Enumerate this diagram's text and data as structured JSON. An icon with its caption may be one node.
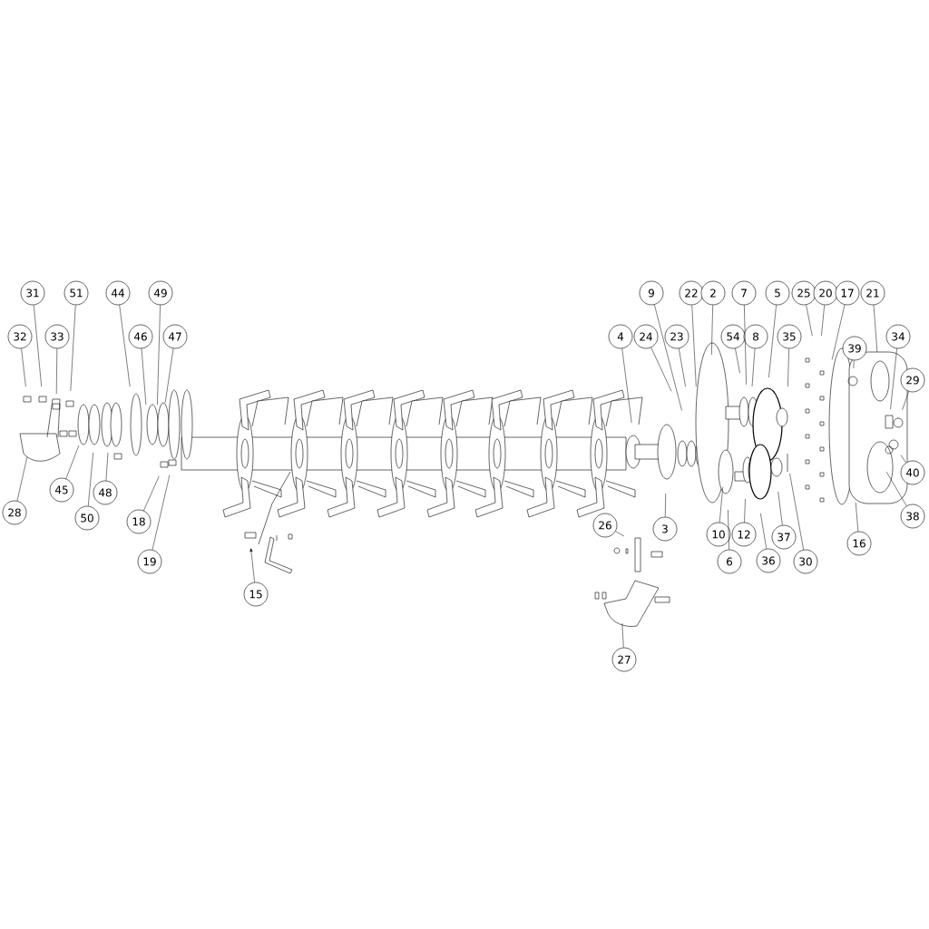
{
  "diagram": {
    "nodes": [
      {
        "text": [
          "31"
        ]
      },
      {
        "text": [
          "51"
        ]
      },
      {
        "text": [
          "44"
        ]
      },
      {
        "text": [
          "49"
        ]
      },
      {
        "text": [
          "32"
        ]
      },
      {
        "text": [
          "33"
        ]
      },
      {
        "text": [
          "46"
        ]
      },
      {
        "text": [
          "47"
        ]
      },
      {
        "text": [
          "45"
        ]
      },
      {
        "text": [
          "50"
        ]
      },
      {
        "text": [
          "48"
        ]
      },
      {
        "text": [
          "28"
        ]
      },
      {
        "text": [
          "18"
        ]
      },
      {
        "text": [
          "19"
        ]
      },
      {
        "text": [
          "15"
        ]
      },
      {
        "text": [
          "4"
        ]
      },
      {
        "text": [
          "24"
        ]
      },
      {
        "text": [
          "9"
        ]
      },
      {
        "text": [
          "23"
        ]
      },
      {
        "text": [
          "22"
        ]
      },
      {
        "text": [
          "2"
        ]
      },
      {
        "text": [
          "54"
        ]
      },
      {
        "text": [
          "7"
        ]
      },
      {
        "text": [
          "8"
        ]
      },
      {
        "text": [
          "5"
        ]
      },
      {
        "text": [
          "35"
        ]
      },
      {
        "text": [
          "25"
        ]
      },
      {
        "text": [
          "20"
        ]
      },
      {
        "text": [
          "17"
        ]
      },
      {
        "text": [
          "21"
        ]
      },
      {
        "text": [
          "39"
        ]
      },
      {
        "text": [
          "34"
        ]
      },
      {
        "text": [
          "29"
        ]
      },
      {
        "text": [
          "40"
        ]
      },
      {
        "text": [
          "38"
        ]
      },
      {
        "text": [
          "16"
        ]
      },
      {
        "text": [
          "30"
        ]
      },
      {
        "text": [
          "37"
        ]
      },
      {
        "text": [
          "36"
        ]
      },
      {
        "text": [
          "12"
        ]
      },
      {
        "text": [
          "6"
        ]
      },
      {
        "text": [
          "10"
        ]
      },
      {
        "text": [
          "3"
        ]
      },
      {
        "text": [
          "26"
        ]
      },
      {
        "text": [
          "27"
        ]
      }
    ],
    "edges": [
      {
        "from": 0,
        "to": null,
        "arrow": "none"
      },
      {
        "from": 1,
        "to": null,
        "arrow": "none"
      },
      {
        "from": 2,
        "to": null,
        "arrow": "none"
      },
      {
        "from": 3,
        "to": null,
        "arrow": "none"
      },
      {
        "from": 4,
        "to": null,
        "arrow": "none"
      },
      {
        "from": 5,
        "to": null,
        "arrow": "none"
      },
      {
        "from": 6,
        "to": null,
        "arrow": "none"
      },
      {
        "from": 7,
        "to": null,
        "arrow": "none"
      },
      {
        "from": 8,
        "to": null,
        "arrow": "none"
      },
      {
        "from": 9,
        "to": null,
        "arrow": "none"
      },
      {
        "from": 10,
        "to": null,
        "arrow": "none"
      },
      {
        "from": 11,
        "to": null,
        "arrow": "none"
      },
      {
        "from": 12,
        "to": null,
        "arrow": "none"
      },
      {
        "from": 13,
        "to": null,
        "arrow": "none"
      },
      {
        "from": 14,
        "to": null,
        "arrow": "to"
      },
      {
        "from": 15,
        "to": null,
        "arrow": "none"
      },
      {
        "from": 16,
        "to": null,
        "arrow": "none"
      },
      {
        "from": 17,
        "to": null,
        "arrow": "none"
      },
      {
        "from": 18,
        "to": null,
        "arrow": "none"
      },
      {
        "from": 19,
        "to": null,
        "arrow": "none"
      },
      {
        "from": 20,
        "to": null,
        "arrow": "none"
      },
      {
        "from": 21,
        "to": null,
        "arrow": "none"
      },
      {
        "from": 22,
        "to": null,
        "arrow": "none"
      },
      {
        "from": 23,
        "to": null,
        "arrow": "none"
      },
      {
        "from": 24,
        "to": null,
        "arrow": "none"
      },
      {
        "from": 25,
        "to": null,
        "arrow": "none"
      },
      {
        "from": 26,
        "to": null,
        "arrow": "none"
      },
      {
        "from": 27,
        "to": null,
        "arrow": "none"
      },
      {
        "from": 28,
        "to": null,
        "arrow": "none"
      },
      {
        "from": 29,
        "to": null,
        "arrow": "none"
      },
      {
        "from": 30,
        "to": null,
        "arrow": "none"
      },
      {
        "from": 31,
        "to": null,
        "arrow": "none"
      },
      {
        "from": 32,
        "to": null,
        "arrow": "none"
      },
      {
        "from": 33,
        "to": null,
        "arrow": "none"
      },
      {
        "from": 34,
        "to": null,
        "arrow": "none"
      },
      {
        "from": 35,
        "to": null,
        "arrow": "none"
      },
      {
        "from": 36,
        "to": null,
        "arrow": "none"
      },
      {
        "from": 37,
        "to": null,
        "arrow": "none"
      },
      {
        "from": 38,
        "to": null,
        "arrow": "none"
      },
      {
        "from": 39,
        "to": null,
        "arrow": "none"
      },
      {
        "from": 40,
        "to": null,
        "arrow": "none"
      },
      {
        "from": 41,
        "to": null,
        "arrow": "none"
      },
      {
        "from": 42,
        "to": null,
        "arrow": "none"
      },
      {
        "from": 43,
        "to": null,
        "arrow": "none"
      },
      {
        "from": 44,
        "to": null,
        "arrow": "none"
      }
    ]
  }
}
